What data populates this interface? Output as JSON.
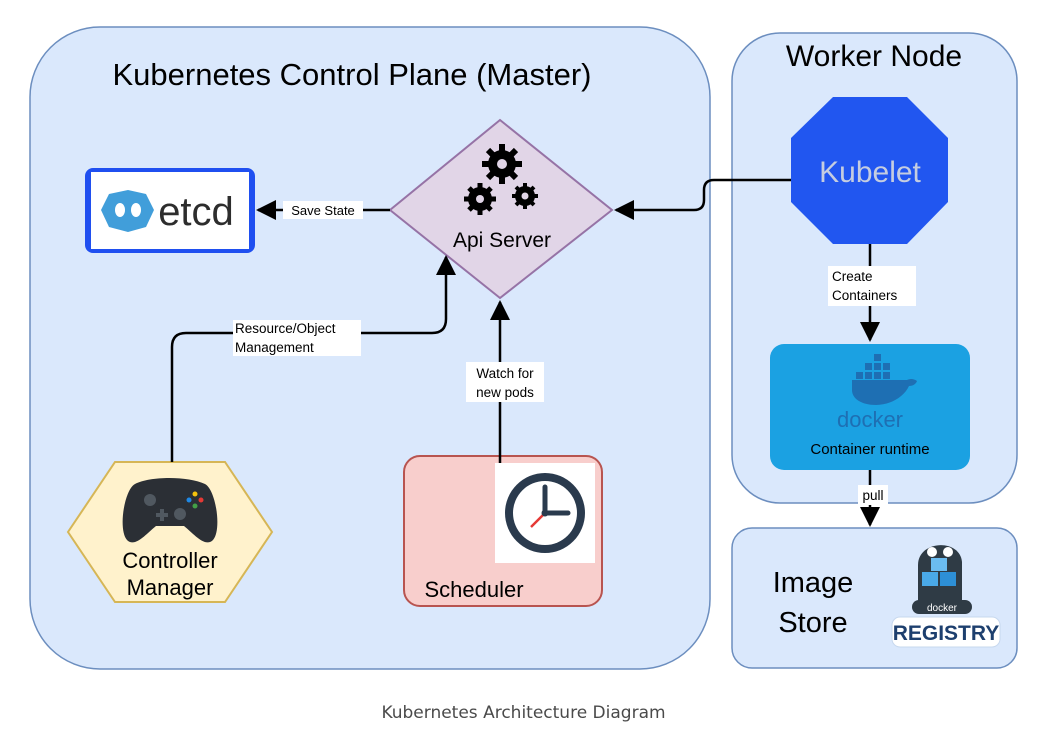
{
  "control_plane": {
    "title": "Kubernetes Control Plane (Master)"
  },
  "worker_node": {
    "title": "Worker Node"
  },
  "api_server": {
    "label": "Api Server"
  },
  "etcd": {
    "label": "etcd"
  },
  "controller_manager": {
    "line1": "Controller",
    "line2": "Manager"
  },
  "scheduler": {
    "label": "Scheduler"
  },
  "kubelet": {
    "label": "Kubelet"
  },
  "container_runtime": {
    "logo_text": "docker",
    "label": "Container runtime"
  },
  "image_store": {
    "line1": "Image",
    "line2": "Store",
    "logo_small": "docker",
    "logo_big": "REGISTRY"
  },
  "edges": {
    "save_state": "Save State",
    "resource_line1": "Resource/Object",
    "resource_line2": "Management",
    "watch_line1": "Watch for",
    "watch_line2": "new pods",
    "create_line1": "Create",
    "create_line2": "Containers",
    "pull": "pull"
  },
  "caption": "Kubernetes Architecture Diagram",
  "colors": {
    "panel_fill": "#dae8fc",
    "panel_stroke": "#6c8ebf",
    "api_fill": "#e1d5e7",
    "api_stroke": "#9673a6",
    "controller_fill": "#fff2cc",
    "controller_stroke": "#d6b656",
    "scheduler_fill": "#f8cecc",
    "scheduler_stroke": "#b85450",
    "kubelet_fill": "#2156f0",
    "docker_fill": "#1ba1e2",
    "etcd_blue": "#419eda"
  }
}
